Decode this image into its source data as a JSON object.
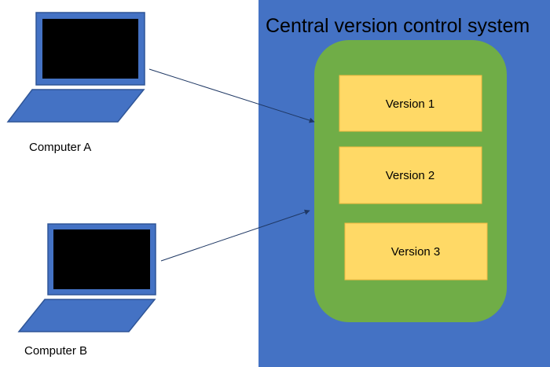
{
  "diagram": {
    "system_title": "Central version control system",
    "computers": [
      {
        "label": "Computer A"
      },
      {
        "label": "Computer B"
      }
    ],
    "versions": [
      {
        "label": "Version 1"
      },
      {
        "label": "Version 2"
      },
      {
        "label": "Version 3"
      }
    ],
    "colors": {
      "system_background": "#4472c4",
      "repository": "#70ad47",
      "version_box": "#ffd966",
      "version_border": "#f4b942",
      "laptop_body": "#4472c4",
      "laptop_border": "#2f5597",
      "laptop_screen": "#000000",
      "arrow": "#1f3864"
    },
    "icons": [
      "laptop-icon",
      "laptop-icon"
    ]
  }
}
